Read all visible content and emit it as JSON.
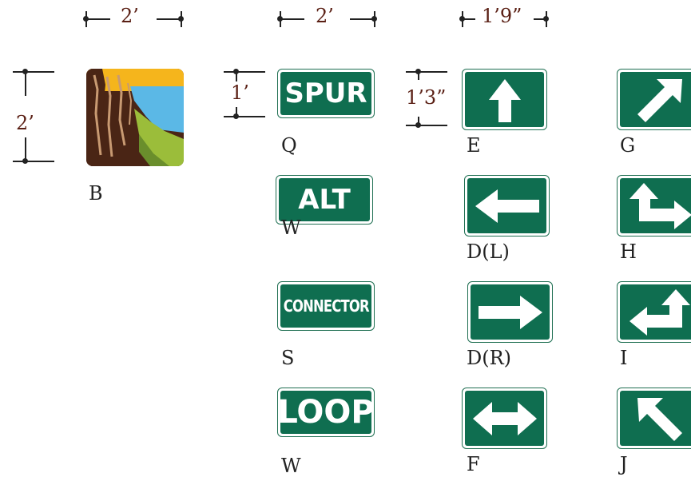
{
  "dimensions": {
    "b_width": "2’",
    "q_width": "2’",
    "e_width": "1’9”",
    "b_height": "2’",
    "q_height": "1’",
    "e_height": "1’3”"
  },
  "signs": [
    {
      "code": "B",
      "kind": "guide-symbol"
    },
    {
      "code": "Q",
      "text": "SPUR"
    },
    {
      "code": "W",
      "text": "ALT"
    },
    {
      "code": "S",
      "text": "CONNECTOR"
    },
    {
      "code": "W",
      "text": "LOOP"
    },
    {
      "code": "E",
      "arrow": "up"
    },
    {
      "code": "D(L)",
      "arrow": "left"
    },
    {
      "code": "D(R)",
      "arrow": "right"
    },
    {
      "code": "F",
      "arrow": "left-right"
    },
    {
      "code": "G",
      "arrow": "up-right"
    },
    {
      "code": "H",
      "arrow": "up-then-right"
    },
    {
      "code": "I",
      "arrow": "left-then-up"
    },
    {
      "code": "J",
      "arrow": "up-left"
    }
  ],
  "colors": {
    "sign_green": "#0f6e50",
    "dimension_text": "#5a1f14",
    "cliff_brown": "#4a2515",
    "sky_orange": "#f5b51c",
    "water_blue": "#5bb8e6",
    "grass_green": "#9bbd3a"
  }
}
